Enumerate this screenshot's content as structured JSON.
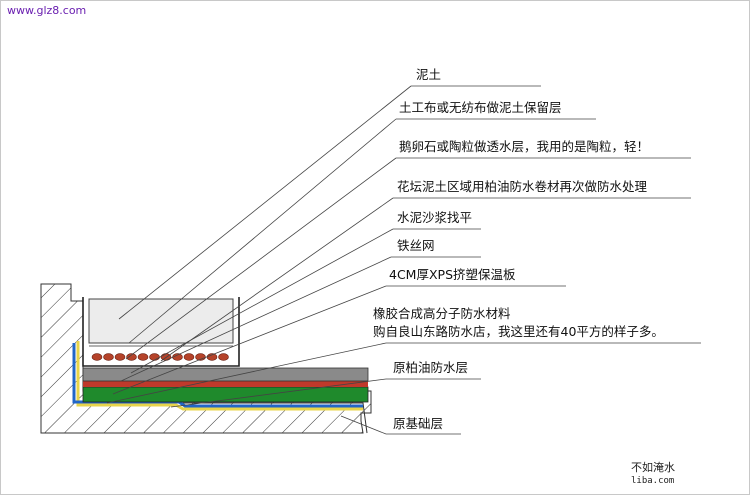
{
  "site_url": "www.glz8.com",
  "labels": {
    "soil": "泥土",
    "geotextile": "土工布或无纺布做泥土保留层",
    "drainage": "鹅卵石或陶粒做透水层，我用的是陶粒，轻！",
    "planter_waterproof": "花坛泥土区域用柏油防水卷材再次做防水处理",
    "screed": "水泥沙浆找平",
    "wire_mesh": "铁丝网",
    "xps": "4CM厚XPS挤塑保温板",
    "rubber_line1": "橡胶合成高分子防水材料",
    "rubber_line2": "购自良山东路防水店，我这里还有40平方的样子多。",
    "asphalt": "原柏油防水层",
    "base": "原基础层"
  },
  "watermark": {
    "line1": "不如淹水",
    "line2": "liba.com"
  },
  "colors": {
    "screed": "#8a8a8a",
    "wire_mesh": "#c0392b",
    "xps": "#1f8a2c",
    "membrane_blue": "#2266c8",
    "membrane_yellow": "#e8d44a",
    "pebbles": "#b5432a",
    "soil_box": "#ececec",
    "hatch": "#333333",
    "leader": "#444444"
  }
}
